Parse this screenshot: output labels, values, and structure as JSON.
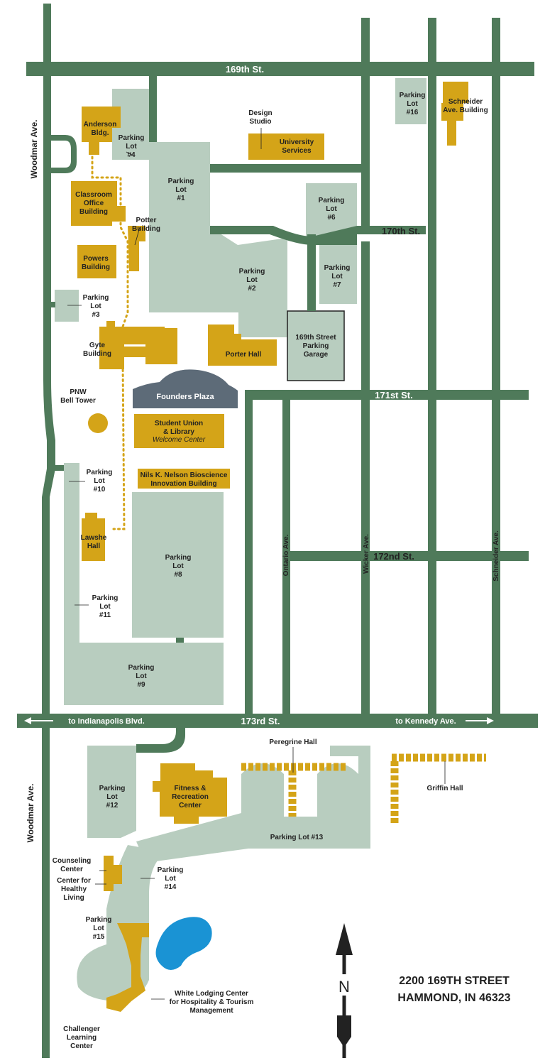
{
  "colors": {
    "road": "#4f7a5a",
    "parking": "#b8cdbf",
    "building": "#d4a418",
    "plaza": "#5d6b78",
    "water": "#1a93d4",
    "text": "#222222"
  },
  "streets": {
    "s169": "169th St.",
    "s170": "170th St.",
    "s171": "171st St.",
    "s172": "172nd St.",
    "s173": "173rd St.",
    "woodmar_top": "Woodmar Ave.",
    "woodmar_bottom": "Woodmar Ave.",
    "ontario": "Ontario Ave.",
    "wicker": "Wicker Ave.",
    "schneider_ave": "Schneider Ave.",
    "to_indianapolis": "to Indianapolis Blvd.",
    "to_kennedy": "to Kennedy Ave."
  },
  "parking": {
    "lot1": [
      "Parking",
      "Lot",
      "#1"
    ],
    "lot2": [
      "Parking",
      "Lot",
      "#2"
    ],
    "lot3": [
      "Parking",
      "Lot",
      "#3"
    ],
    "lot4": [
      "Parking",
      "Lot",
      "#4"
    ],
    "lot6": [
      "Parking",
      "Lot",
      "#6"
    ],
    "lot7": [
      "Parking",
      "Lot",
      "#7"
    ],
    "lot8": [
      "Parking",
      "Lot",
      "#8"
    ],
    "lot9": [
      "Parking",
      "Lot",
      "#9"
    ],
    "lot10": [
      "Parking",
      "Lot",
      "#10"
    ],
    "lot11": [
      "Parking",
      "Lot",
      "#11"
    ],
    "lot12": [
      "Parking",
      "Lot",
      "#12"
    ],
    "lot13": "Parking Lot #13",
    "lot14": [
      "Parking",
      "Lot",
      "#14"
    ],
    "lot15": [
      "Parking",
      "Lot",
      "#15"
    ],
    "lot16": [
      "Parking",
      "Lot",
      "#16"
    ],
    "garage": [
      "169th Street",
      "Parking",
      "Garage"
    ]
  },
  "buildings": {
    "anderson": [
      "Anderson",
      "Bldg."
    ],
    "classroom_office": [
      "Classroom",
      "Office",
      "Building"
    ],
    "potter": [
      "Potter",
      "Building"
    ],
    "powers": [
      "Powers",
      "Building"
    ],
    "gyte": [
      "Gyte",
      "Building"
    ],
    "design_studio": [
      "Design",
      "Studio"
    ],
    "university_services": [
      "University",
      "Services"
    ],
    "schneider_building": [
      "Schneider",
      "Ave. Building"
    ],
    "porter_hall": "Porter Hall",
    "founders_plaza": "Founders Plaza",
    "student_union": [
      "Student Union",
      "& Library"
    ],
    "welcome_center": "Welcome Center",
    "bell_tower": [
      "PNW",
      "Bell Tower"
    ],
    "nils_nelson": [
      "Nils K. Nelson Bioscience",
      "Innovation Building"
    ],
    "lawshe": [
      "Lawshe",
      "Hall"
    ],
    "fitness": [
      "Fitness &",
      "Recreation",
      "Center"
    ],
    "peregrine": "Peregrine Hall",
    "griffin": "Griffin Hall",
    "counseling": [
      "Counseling",
      "Center"
    ],
    "healthy_living": [
      "Center for",
      "Healthy",
      "Living"
    ],
    "white_lodging": [
      "White Lodging Center",
      "for Hospitality & Tourism",
      "Management"
    ],
    "challenger": [
      "Challenger",
      "Learning",
      "Center"
    ]
  },
  "compass": {
    "letter": "N"
  },
  "address": {
    "line1": "2200 169TH STREET",
    "line2": "HAMMOND, IN 46323"
  }
}
